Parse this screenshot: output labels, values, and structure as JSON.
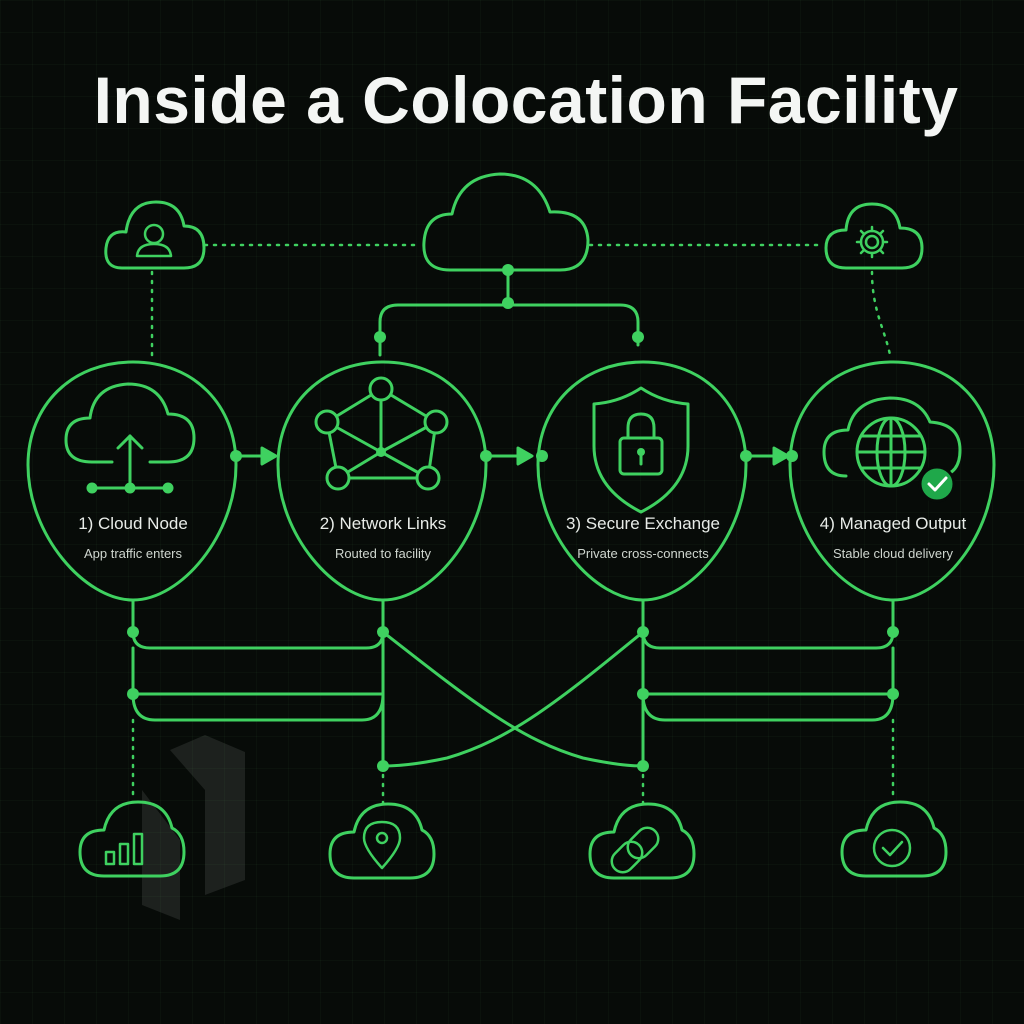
{
  "title": "Inside a Colocation Facility",
  "steps": [
    {
      "label": "1) Cloud Node",
      "caption": "App traffic enters",
      "icon": "cloud-upload-icon"
    },
    {
      "label": "2) Network Links",
      "caption": "Routed to facility",
      "icon": "network-mesh-icon"
    },
    {
      "label": "3) Secure Exchange",
      "caption": "Private cross-connects",
      "icon": "shield-lock-icon"
    },
    {
      "label": "4) Managed Output",
      "caption": "Stable cloud delivery",
      "icon": "globe-cloud-check-icon"
    }
  ],
  "top_nodes": [
    "user-cloud-icon",
    "central-cloud-icon",
    "gear-cloud-icon"
  ],
  "bottom_nodes": [
    "chart-cloud-icon",
    "location-cloud-icon",
    "link-cloud-icon",
    "check-cloud-icon"
  ],
  "colors": {
    "background": "#070b08",
    "accent": "#3fd160",
    "check_badge": "#1fa84a",
    "text": "#f4f6f4"
  }
}
